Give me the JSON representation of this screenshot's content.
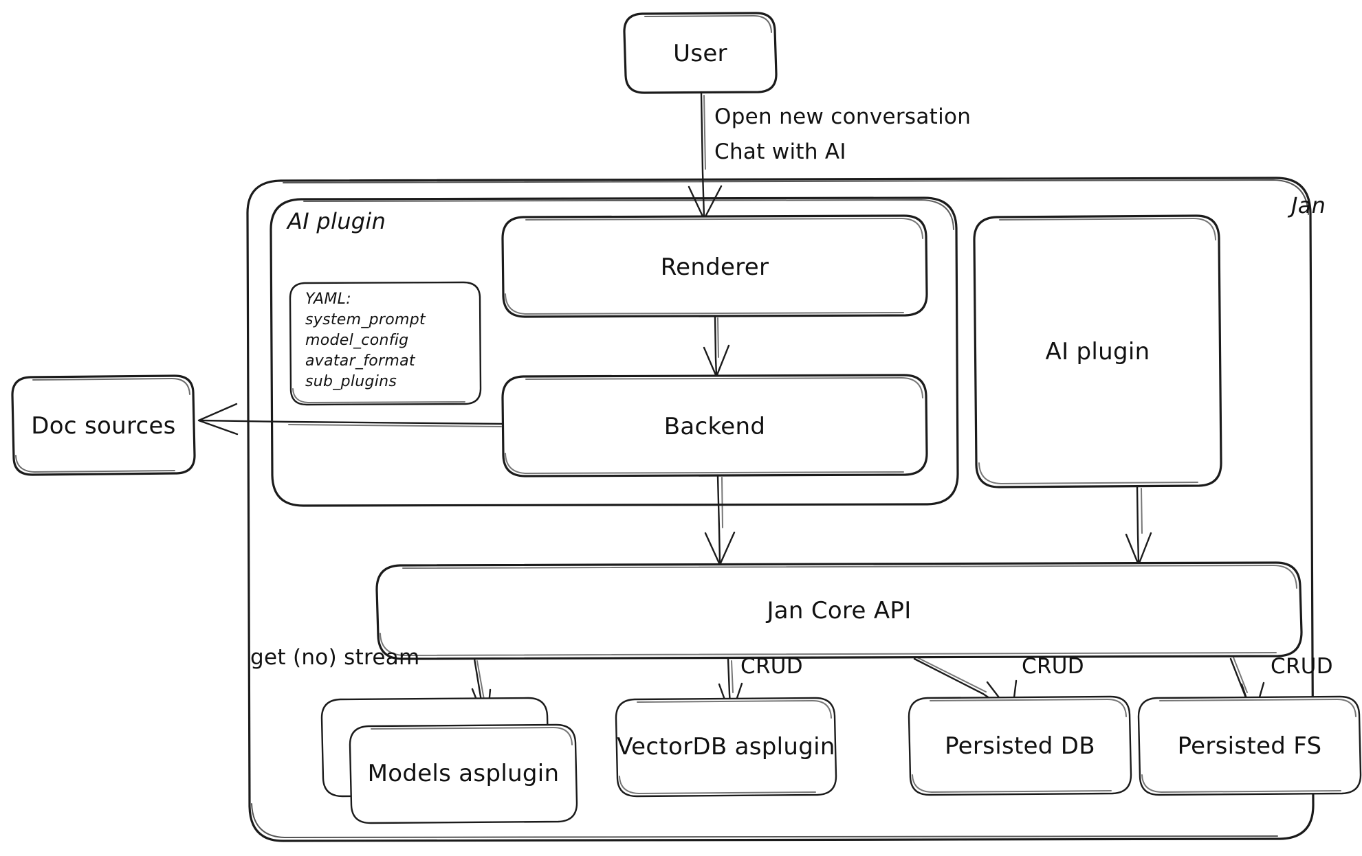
{
  "diagram": {
    "title_label": "Jan",
    "style": "hand-drawn",
    "stroke_color": "#1b1b1b",
    "background_color": "#ffffff",
    "containers": [
      {
        "id": "jan",
        "label": "Jan",
        "label_position": "top-right"
      },
      {
        "id": "ai-plugin-group",
        "label": "AI plugin",
        "label_position": "top-left"
      }
    ],
    "nodes": [
      {
        "id": "user",
        "label": "User"
      },
      {
        "id": "renderer",
        "label": "Renderer"
      },
      {
        "id": "backend",
        "label": "Backend"
      },
      {
        "id": "doc-sources",
        "label": "Doc sources"
      },
      {
        "id": "ai-plugin",
        "label": "AI plugin"
      },
      {
        "id": "jan-core-api",
        "label": "Jan Core API"
      },
      {
        "id": "models-as-plugin",
        "label": "Models as\nplugin"
      },
      {
        "id": "vectordb-as-plugin",
        "label": "VectorDB as\nplugin"
      },
      {
        "id": "persisted-db",
        "label": "Persisted DB"
      },
      {
        "id": "persisted-fs",
        "label": "Persisted FS"
      }
    ],
    "yaml_box": {
      "title": "YAML:",
      "keys": [
        "system_prompt",
        "model_config",
        "avatar_format",
        "sub_plugins"
      ]
    },
    "edges": [
      {
        "from": "user",
        "to": "renderer",
        "label": "Open new conversation\nChat with AI"
      },
      {
        "from": "renderer",
        "to": "backend",
        "label": ""
      },
      {
        "from": "backend",
        "to": "doc-sources",
        "label": ""
      },
      {
        "from": "backend",
        "to": "jan-core-api",
        "label": ""
      },
      {
        "from": "ai-plugin",
        "to": "jan-core-api",
        "label": ""
      },
      {
        "from": "jan-core-api",
        "to": "models-as-plugin",
        "label": "get (no) stream"
      },
      {
        "from": "jan-core-api",
        "to": "vectordb-as-plugin",
        "label": "CRUD"
      },
      {
        "from": "jan-core-api",
        "to": "persisted-db",
        "label": "CRUD"
      },
      {
        "from": "jan-core-api",
        "to": "persisted-fs",
        "label": "CRUD"
      }
    ],
    "edge_labels": {
      "user_to_renderer_line1": "Open new conversation",
      "user_to_renderer_line2": "Chat with AI",
      "get_no_stream": "get (no) stream",
      "crud_vectordb": "CRUD",
      "crud_persisted_db": "CRUD",
      "crud_persisted_fs": "CRUD"
    }
  }
}
